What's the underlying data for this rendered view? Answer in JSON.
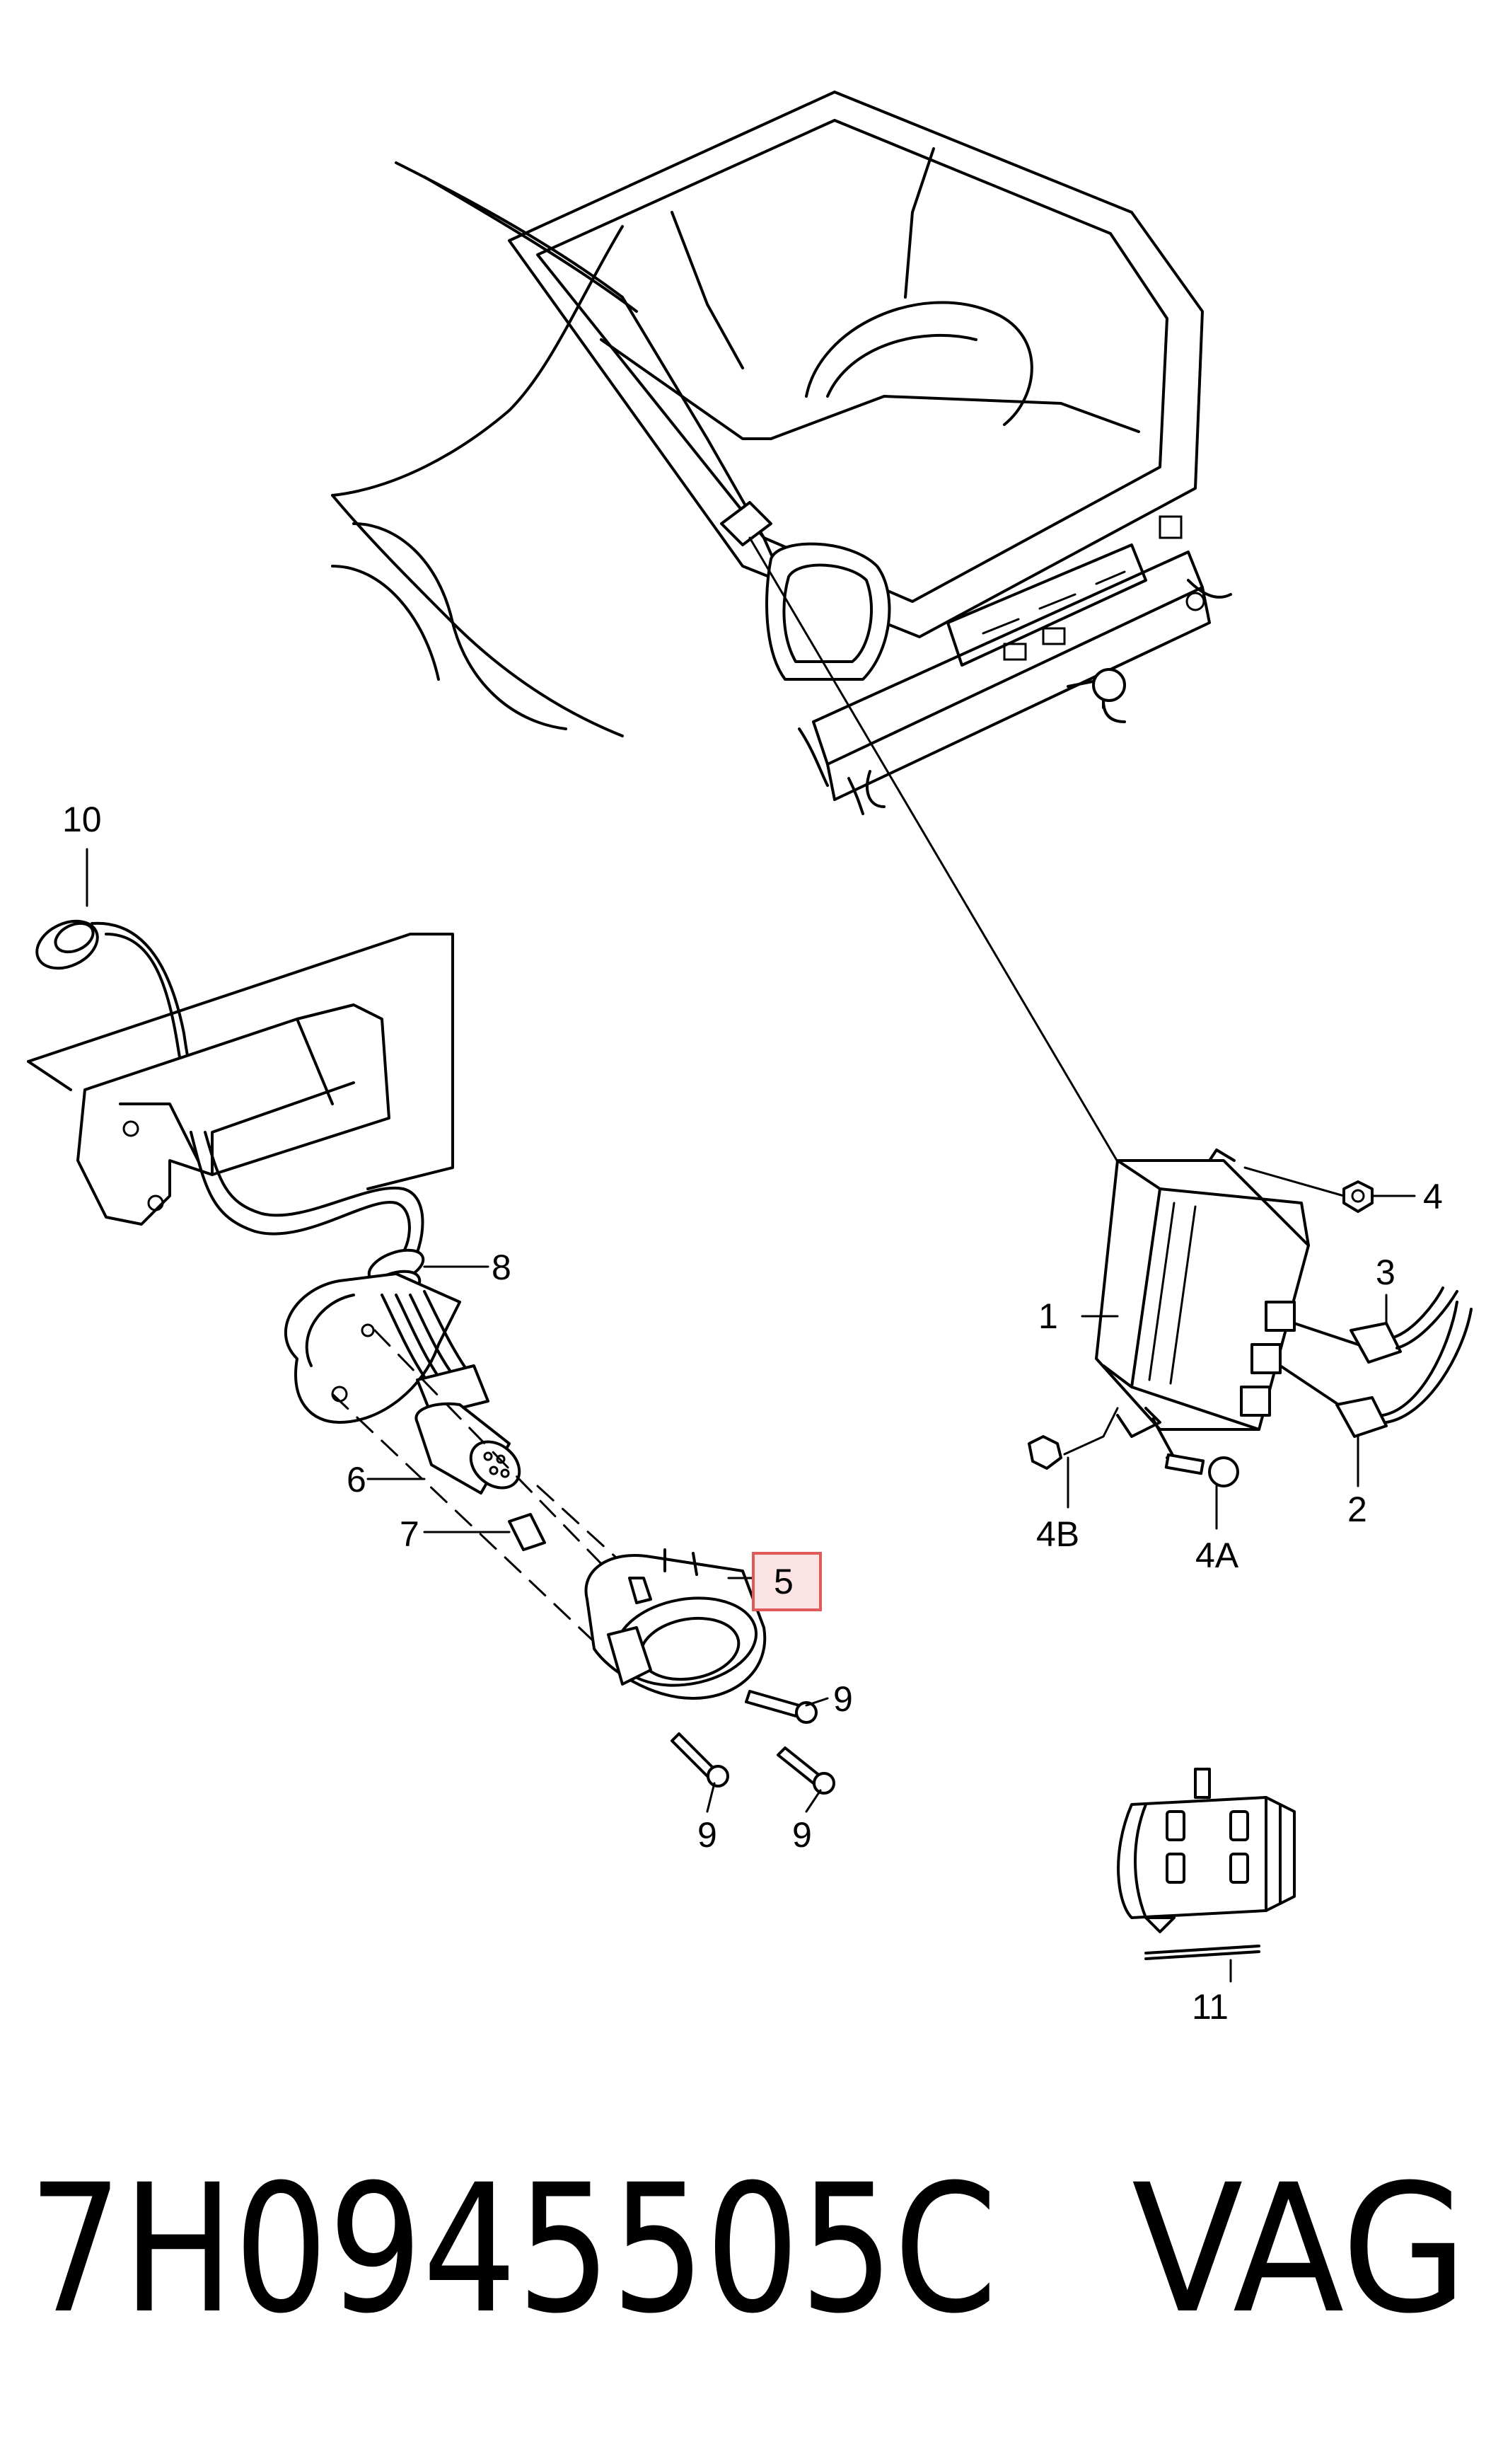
{
  "diagram": {
    "callouts": {
      "c1": "1",
      "c2": "2",
      "c3": "3",
      "c4": "4",
      "c4a": "4A",
      "c4b": "4B",
      "c5": "5",
      "c6": "6",
      "c7": "7",
      "c8": "8",
      "c9a": "9",
      "c9b": "9",
      "c9c": "9",
      "c10": "10",
      "c11": "11"
    },
    "highlight_color": "#e05a5a",
    "highlight_fill": "#fbe3e3"
  },
  "footer": {
    "part_number": "7H0945505C",
    "brand": "VAG"
  }
}
